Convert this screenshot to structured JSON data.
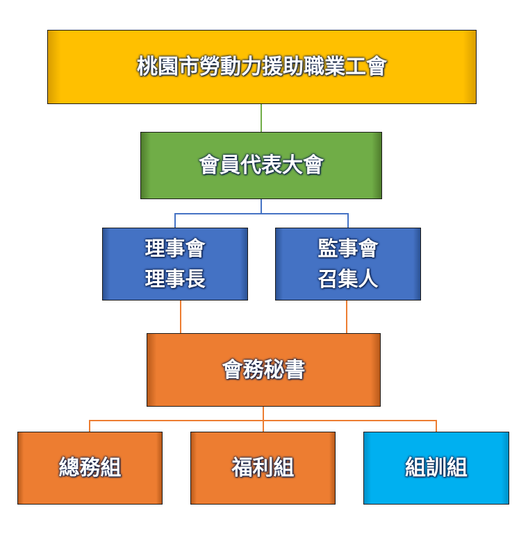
{
  "org_chart": {
    "union": {
      "label": "桃園市勞動力援助職業工會",
      "color": "#ffc000"
    },
    "assembly": {
      "label": "會員代表大會",
      "color": "#70ad47"
    },
    "board": {
      "line1": "理事會",
      "line2": "理事長",
      "color": "#4472c4"
    },
    "supervisor": {
      "line1": "監事會",
      "line2": "召集人",
      "color": "#4472c4"
    },
    "secretary": {
      "label": "會務秘書",
      "color": "#ed7d31"
    },
    "general_affairs": {
      "label": "總務組",
      "color": "#ed7d31"
    },
    "welfare": {
      "label": "福利組",
      "color": "#ed7d31"
    },
    "training": {
      "label": "組訓組",
      "color": "#00b0f0"
    }
  }
}
